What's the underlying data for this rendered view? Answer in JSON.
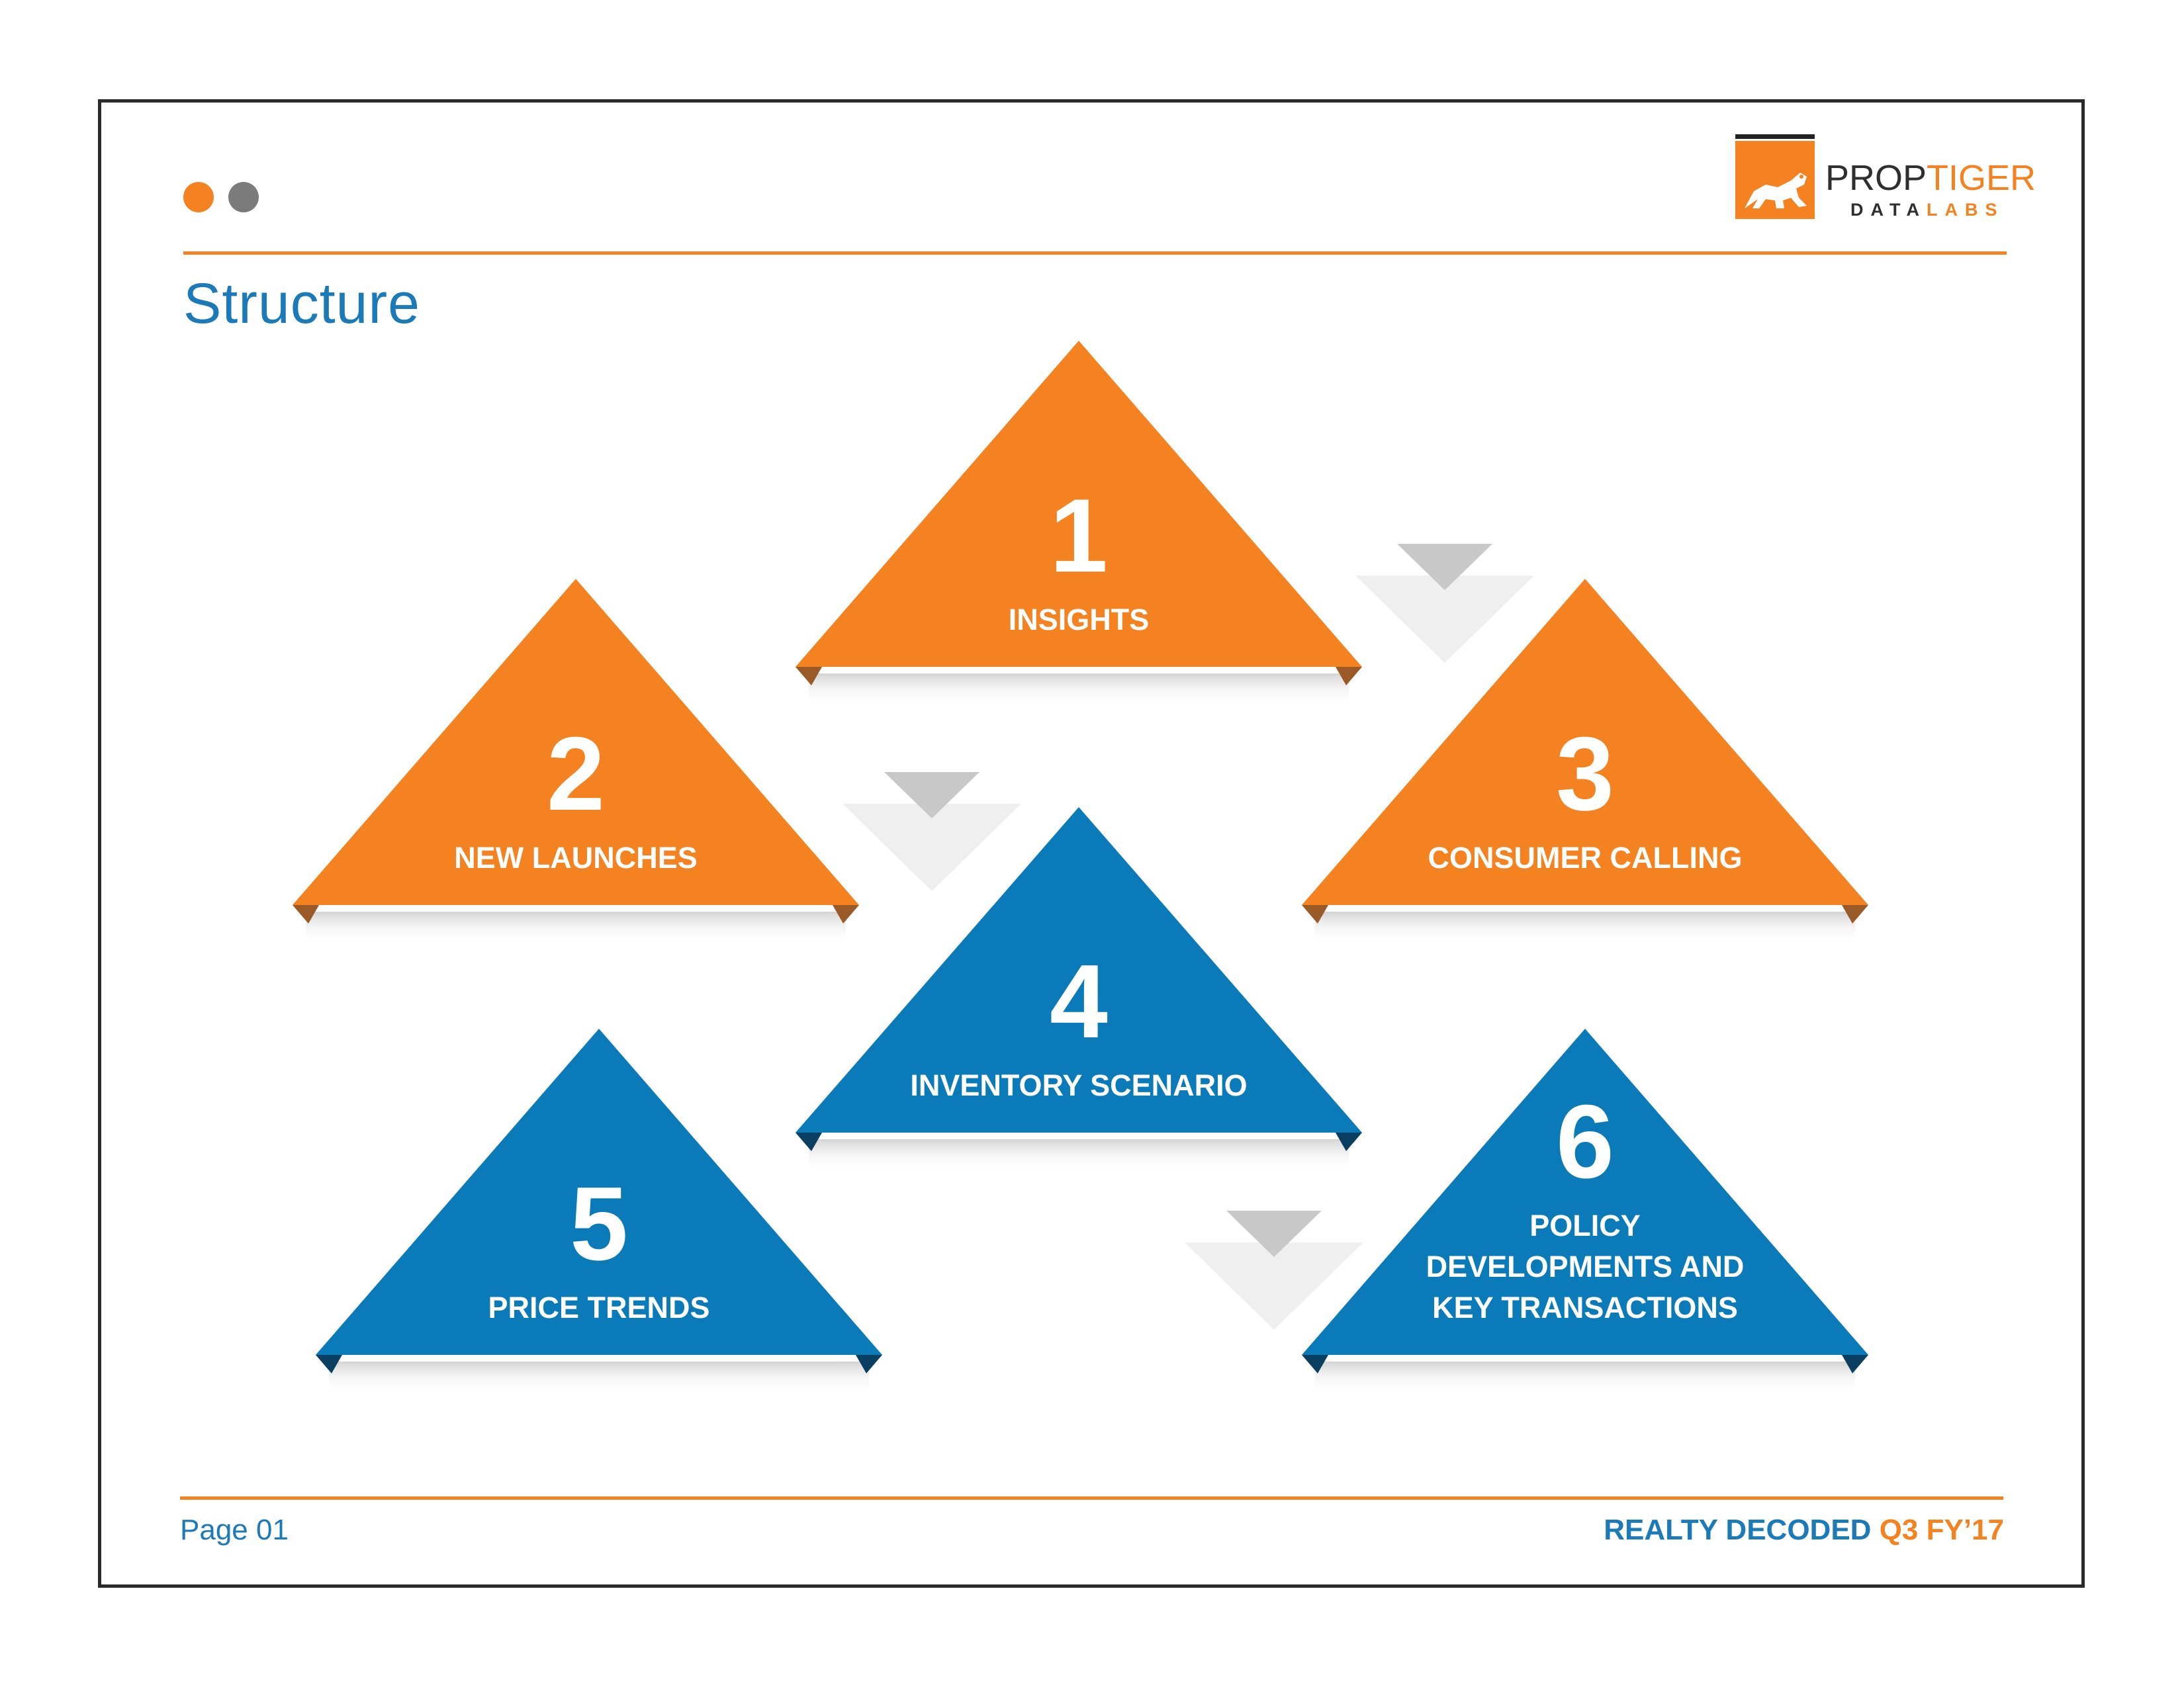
{
  "header": {
    "title": "Structure",
    "logo": {
      "brand_part1": "PROP",
      "brand_part2": "TIGER",
      "sub_part1": "DATA",
      "sub_part2": "LABS",
      "icon": "tiger-icon"
    }
  },
  "colors": {
    "orange": "#f58220",
    "blue": "#0a7ab8",
    "title_blue": "#1b7ab7",
    "dot_gray": "#7b7b7b",
    "arrow_gray": "#c8c8c8"
  },
  "diagram": {
    "nodes": [
      {
        "number": "1",
        "label": [
          "INSIGHTS"
        ],
        "color": "orange"
      },
      {
        "number": "2",
        "label": [
          "NEW LAUNCHES"
        ],
        "color": "orange"
      },
      {
        "number": "3",
        "label": [
          "CONSUMER CALLING"
        ],
        "color": "orange"
      },
      {
        "number": "4",
        "label": [
          "INVENTORY SCENARIO"
        ],
        "color": "blue"
      },
      {
        "number": "5",
        "label": [
          "PRICE TRENDS"
        ],
        "color": "blue"
      },
      {
        "number": "6",
        "label": [
          "POLICY",
          "DEVELOPMENTS AND",
          "KEY TRANSACTIONS"
        ],
        "color": "blue"
      }
    ],
    "arrows": [
      {
        "from": "1",
        "to": "3"
      },
      {
        "from": "2",
        "to": "4"
      },
      {
        "from": "4",
        "to": "6"
      }
    ]
  },
  "footer": {
    "page": "Page 01",
    "publication": "REALTY DECODED",
    "issue": "Q3 FY’17"
  }
}
